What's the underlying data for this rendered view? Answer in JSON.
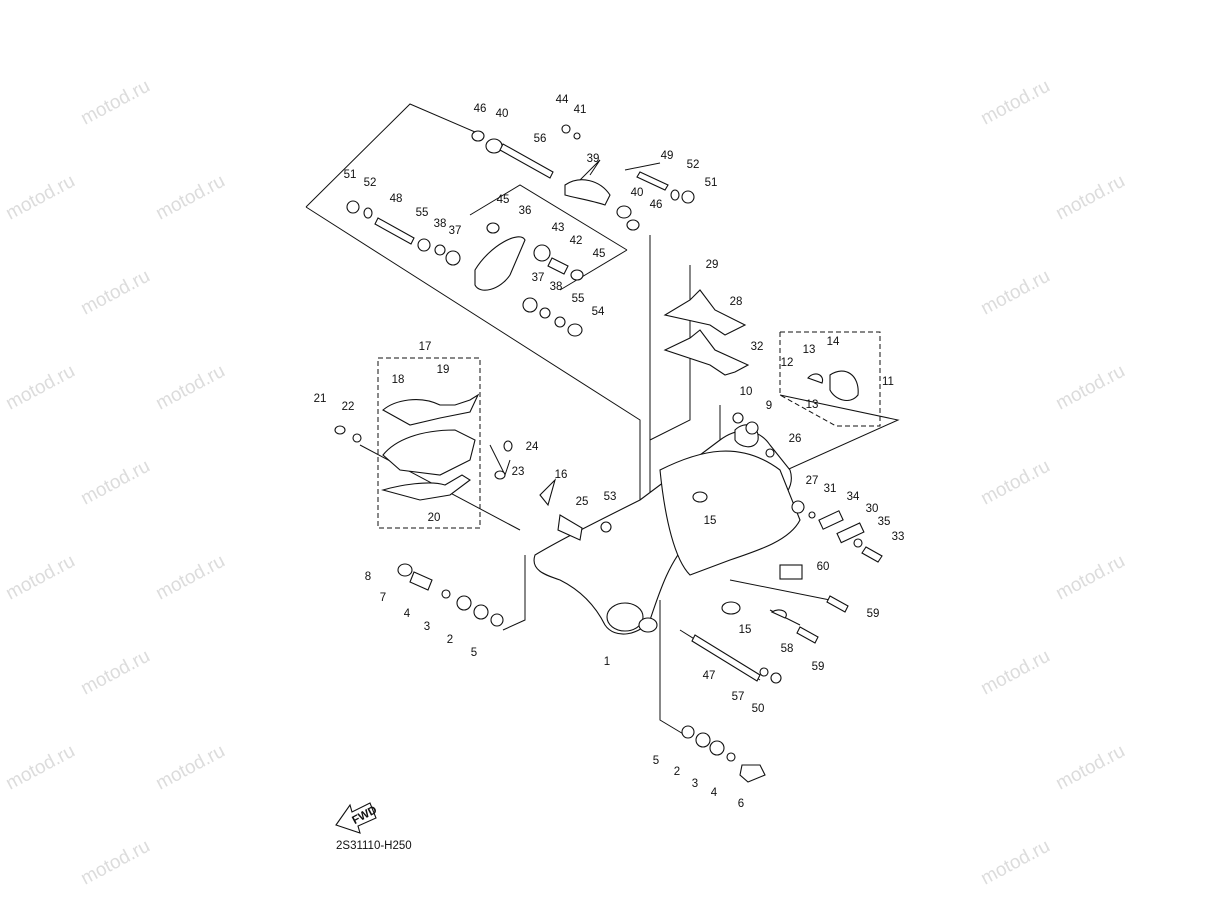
{
  "diagram": {
    "title": "Rear arm (swingarm) exploded parts diagram",
    "code": "2S31110-H250",
    "fwd_label": "FWD",
    "watermark": "motod.ru",
    "callouts": [
      "1",
      "2",
      "3",
      "4",
      "5",
      "6",
      "7",
      "8",
      "9",
      "10",
      "11",
      "12",
      "13",
      "14",
      "15",
      "16",
      "17",
      "18",
      "19",
      "20",
      "21",
      "22",
      "23",
      "24",
      "25",
      "26",
      "27",
      "28",
      "29",
      "30",
      "31",
      "32",
      "33",
      "34",
      "35",
      "36",
      "37",
      "38",
      "39",
      "40",
      "41",
      "42",
      "43",
      "44",
      "45",
      "46",
      "47",
      "48",
      "49",
      "50",
      "51",
      "52",
      "53",
      "54",
      "55",
      "56",
      "57",
      "58",
      "59",
      "60"
    ]
  }
}
